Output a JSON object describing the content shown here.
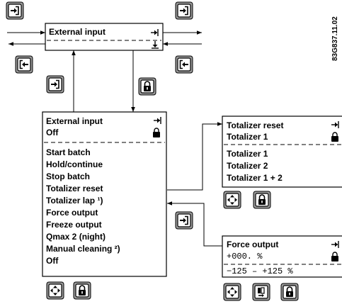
{
  "drawing_id": "83G837.11.02",
  "top_box": {
    "title": "External input"
  },
  "main_box": {
    "header_line1": "External input",
    "header_line2": "Off",
    "options": [
      "Start batch",
      "Hold/continue",
      "Stop batch",
      "Totalizer reset",
      "Totalizer lap ¹)",
      "Force output",
      "Freeze output",
      "Qmax 2 (night)",
      "Manual cleaning ²)",
      "Off"
    ]
  },
  "totalizer_box": {
    "header_line1": "Totalizer reset",
    "header_line2": "Totalizer 1",
    "options": [
      "Totalizer 1",
      "Totalizer 2",
      "Totalizer 1 + 2"
    ]
  },
  "force_box": {
    "header_line1": "Force output",
    "value": "+000. %",
    "range": "−125 – +125 %"
  },
  "icons": [
    "enter-key-icon",
    "enter-key-icon",
    "back-key-icon",
    "back-key-icon",
    "lock-key-icon",
    "enter-key-icon",
    "arrows-key-icon",
    "lock-key-icon",
    "arrows-key-icon",
    "lock-key-icon",
    "arrows-key-icon",
    "switch-key-icon",
    "lock-key-icon"
  ]
}
